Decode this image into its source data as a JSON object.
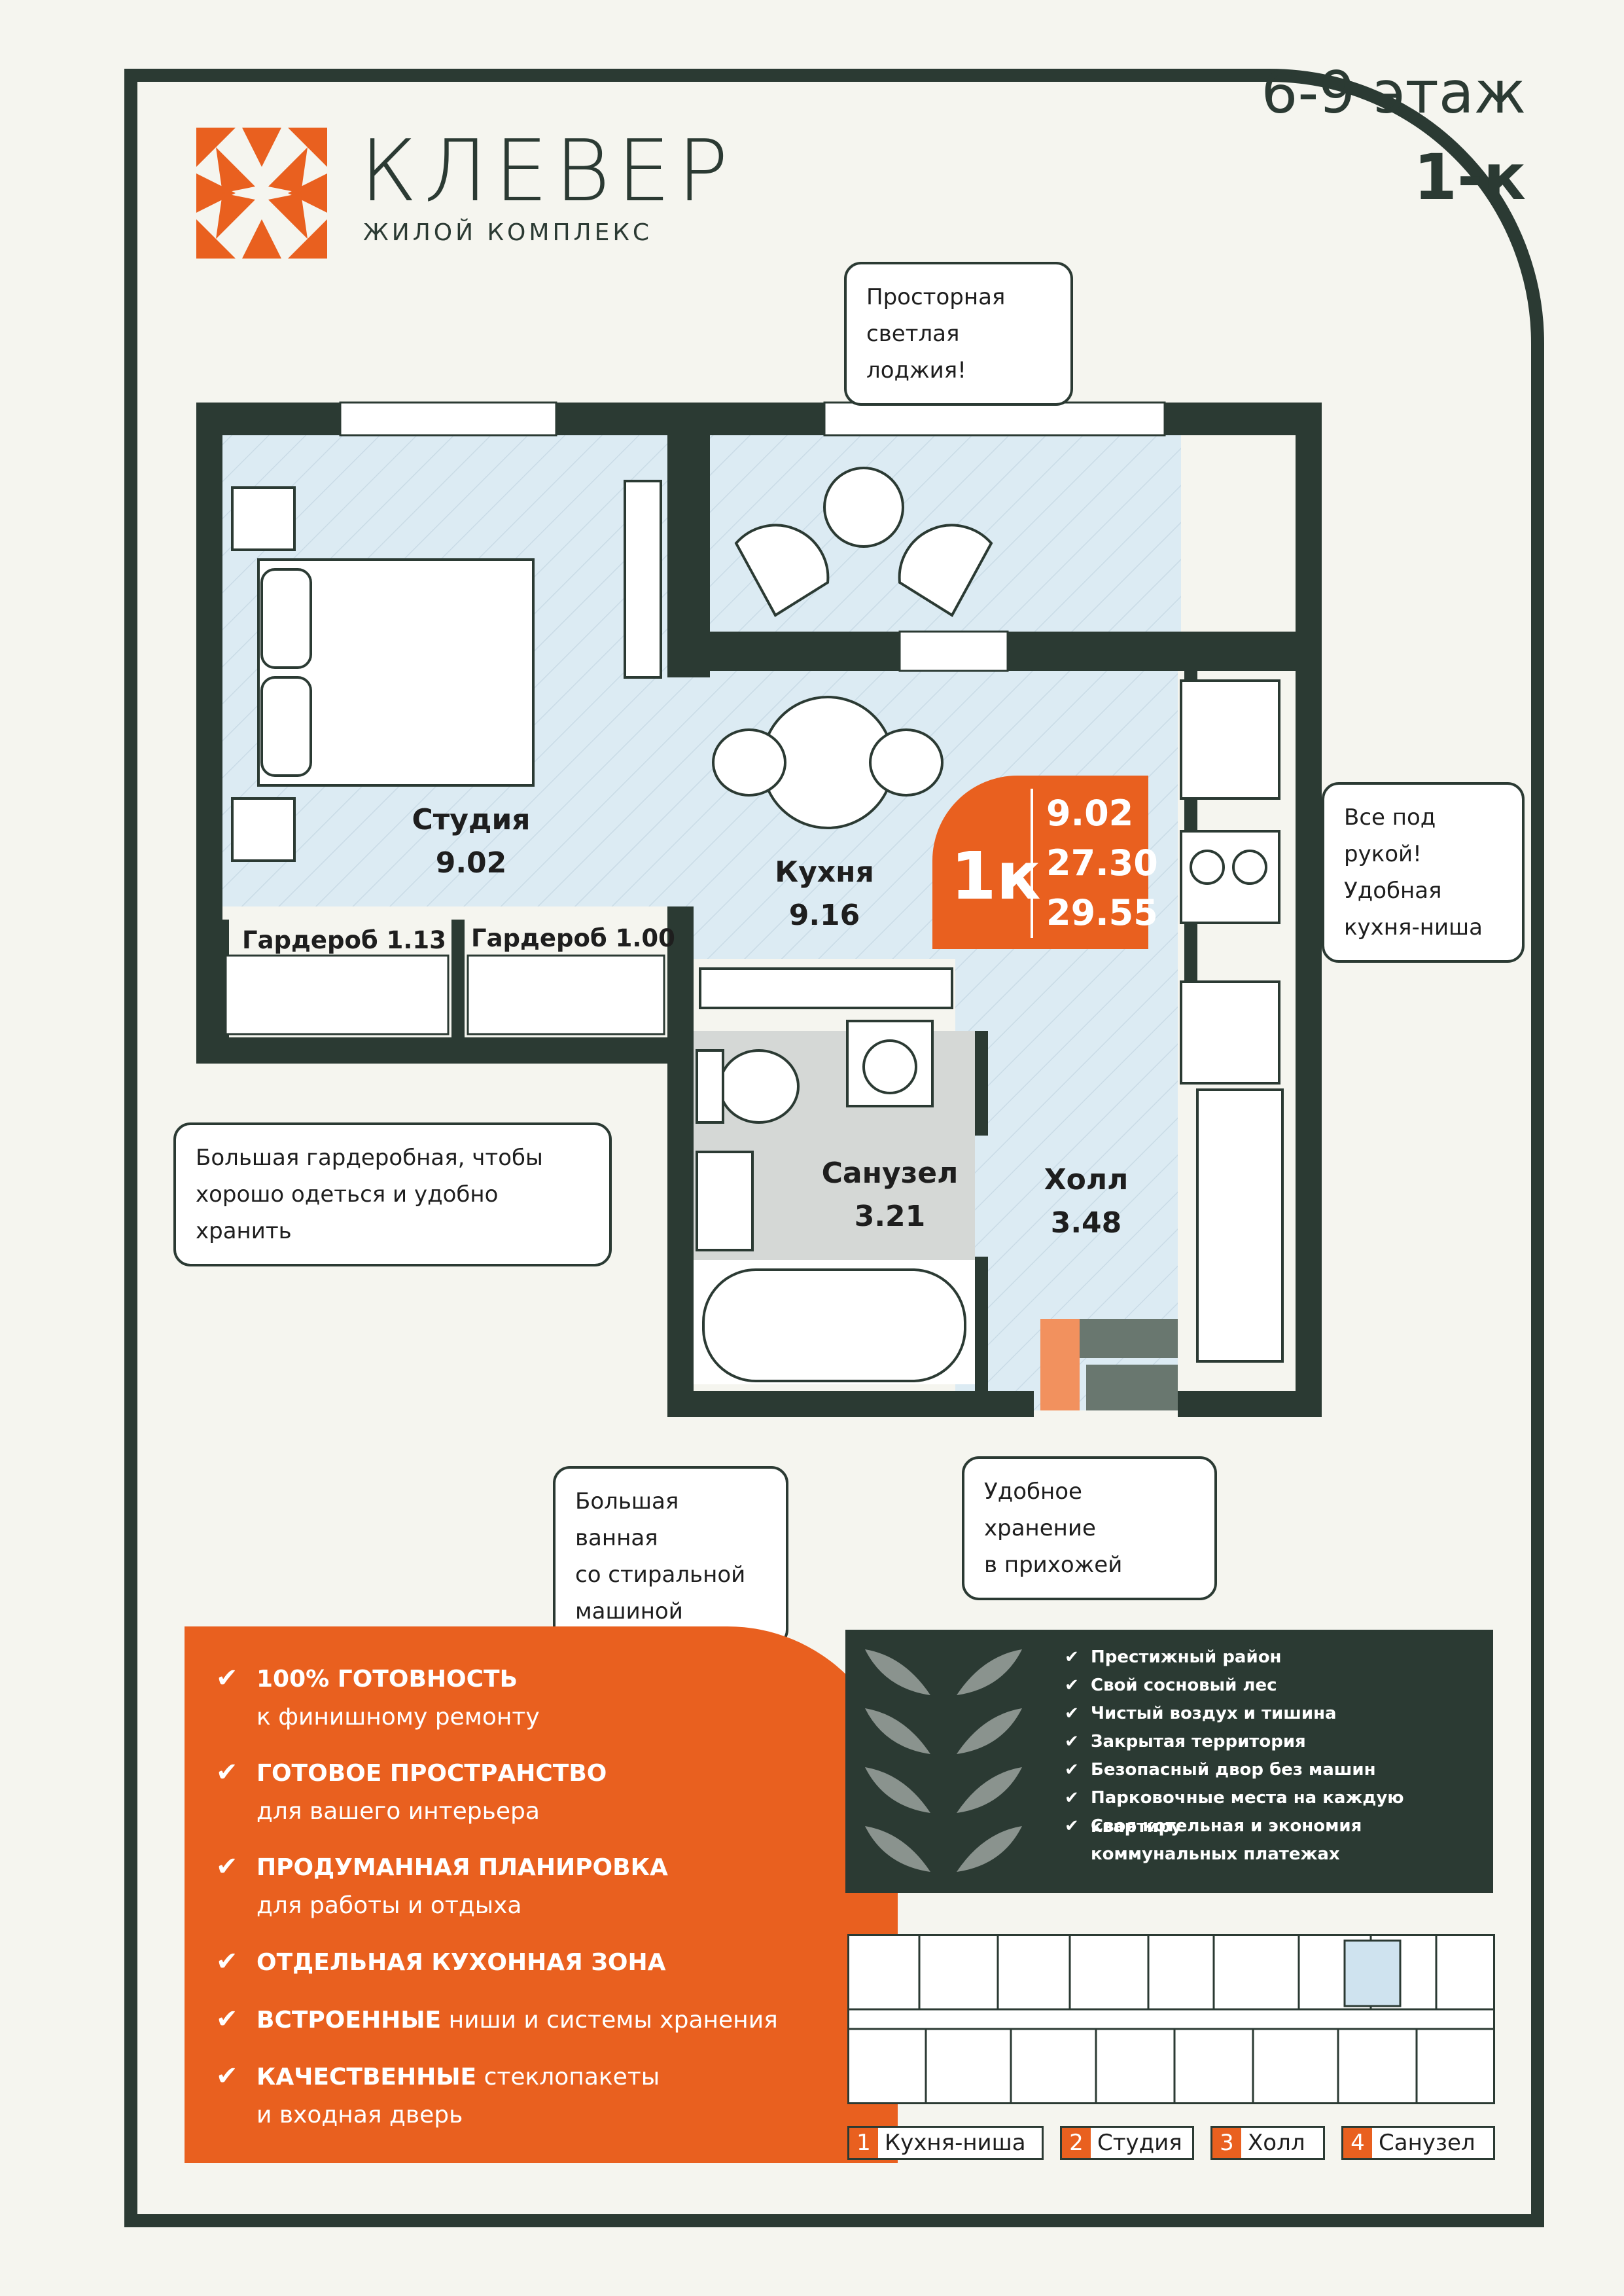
{
  "header": {
    "floor": "6-9 этаж",
    "unit_type": "1-к",
    "brand_name": "КЛЕВЕР",
    "brand_subtitle": "ЖИЛОЙ КОМПЛЕКС"
  },
  "colors": {
    "accent": "#e9601f",
    "dark": "#2b3a33",
    "room_fill": "#dcebf3",
    "bath_fill": "#d5d8d6"
  },
  "rooms": {
    "studio": {
      "name": "Студия",
      "area": "9.02"
    },
    "kitchen": {
      "name": "Кухня",
      "area": "9.16"
    },
    "bathroom": {
      "name": "Санузел",
      "area": "3.21"
    },
    "hall": {
      "name": "Холл",
      "area": "3.48"
    },
    "wardrobe1": {
      "label": "Гардероб 1.13"
    },
    "wardrobe2": {
      "label": "Гардероб 1.00"
    }
  },
  "badge": {
    "type": "1к",
    "values": [
      "9.02",
      "27.30",
      "29.55"
    ]
  },
  "callouts": {
    "loggia": [
      "Просторная",
      "светлая лоджия!"
    ],
    "kitchen": [
      "Все под рукой!",
      "Удобная",
      "кухня-ниша"
    ],
    "wardrobe": [
      "Большая гардеробная, чтобы",
      "хорошо одеться и удобно хранить"
    ],
    "bath": [
      "Большая ванная",
      "со стиральной",
      "машиной"
    ],
    "hall": [
      "Удобное хранение",
      "в прихожей"
    ]
  },
  "features": [
    {
      "bold": "100% ГОТОВНОСТЬ",
      "rest": "",
      "line2": "к финишному ремонту"
    },
    {
      "bold": "ГОТОВОЕ ПРОСТРАНСТВО",
      "rest": "",
      "line2": "для вашего интерьера"
    },
    {
      "bold": "ПРОДУМАННАЯ ПЛАНИРОВКА",
      "rest": "",
      "line2": "для работы и отдыха"
    },
    {
      "bold": "ОТДЕЛЬНАЯ КУХОННАЯ ЗОНА",
      "rest": "",
      "line2": ""
    },
    {
      "bold": "ВСТРОЕННЫЕ",
      "rest": " ниши и системы хранения",
      "line2": ""
    },
    {
      "bold": "КАЧЕСТВЕННЫЕ",
      "rest": " стеклопакеты",
      "line2": "и входная дверь"
    }
  ],
  "advantages": [
    "Престижный район",
    "Свой сосновый лес",
    "Чистый воздух и тишина",
    "Закрытая территория",
    "Безопасный двор без машин",
    "Парковочные места на каждую квартиру",
    "Своя котельная и экономия",
    "коммунальных платежах"
  ],
  "legend": [
    {
      "num": "1",
      "label": "Кухня-ниша"
    },
    {
      "num": "2",
      "label": "Студия"
    },
    {
      "num": "3",
      "label": "Холл"
    },
    {
      "num": "4",
      "label": "Санузел"
    }
  ]
}
